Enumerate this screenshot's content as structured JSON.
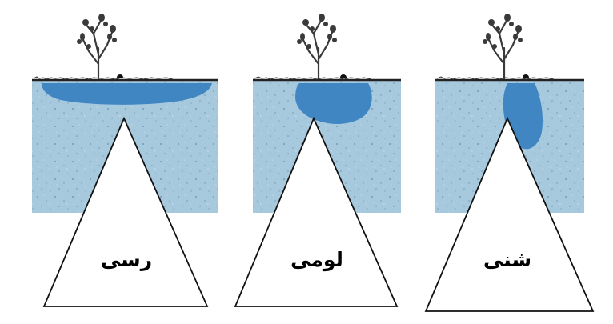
{
  "panels": [
    {
      "id": "clay",
      "label": "رسی",
      "water_shape": "wide-shallow"
    },
    {
      "id": "loam",
      "label": "لومی",
      "water_shape": "round-medium"
    },
    {
      "id": "sandy",
      "label": "شنی",
      "water_shape": "narrow-deep"
    }
  ],
  "colors": {
    "soil": "#a7c9de",
    "water": "#3f86c3",
    "ground_line": "#222222",
    "tree": "#3a3a3a",
    "triangle_fill": "#ffffff",
    "triangle_stroke": "#111111"
  },
  "icons": [
    "tree-icon",
    "dripper-icon"
  ]
}
